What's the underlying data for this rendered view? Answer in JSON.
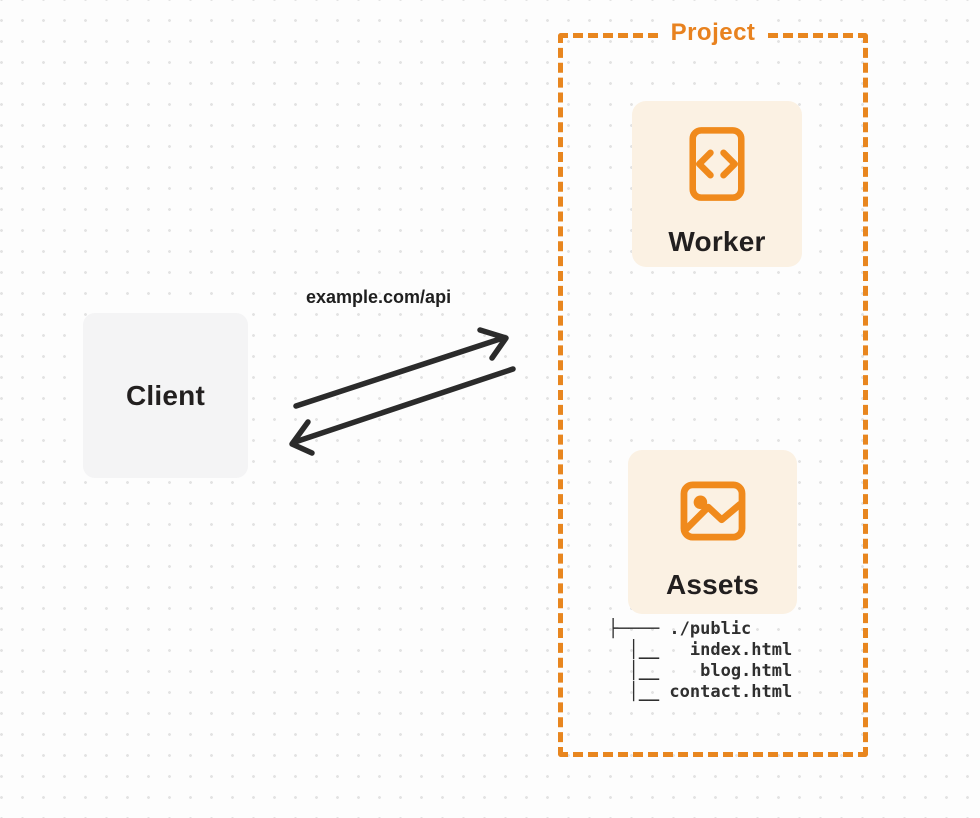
{
  "diagram": {
    "project": {
      "label": "Project",
      "worker": {
        "label": "Worker",
        "icon": "code-icon"
      },
      "assets": {
        "label": "Assets",
        "icon": "image-icon"
      },
      "file_tree": {
        "root": "./public",
        "files": [
          "index.html",
          "blog.html",
          "contact.html"
        ],
        "text": "├──── ./public\n  │__   index.html\n  │__    blog.html\n  │__ contact.html"
      }
    },
    "client": {
      "label": "Client"
    },
    "request": {
      "label": "example.com/api"
    },
    "colors": {
      "accent_orange": "#E8861F",
      "icon_orange": "#F08A1C",
      "node_peach_fill": "#FBF1E3",
      "client_gray_fill": "#F4F4F5",
      "arrow_dark": "#2B2B2B",
      "text_dark": "#221F1F",
      "background": "#FDFDFD",
      "dot_grid": "#E3E3E3"
    }
  }
}
